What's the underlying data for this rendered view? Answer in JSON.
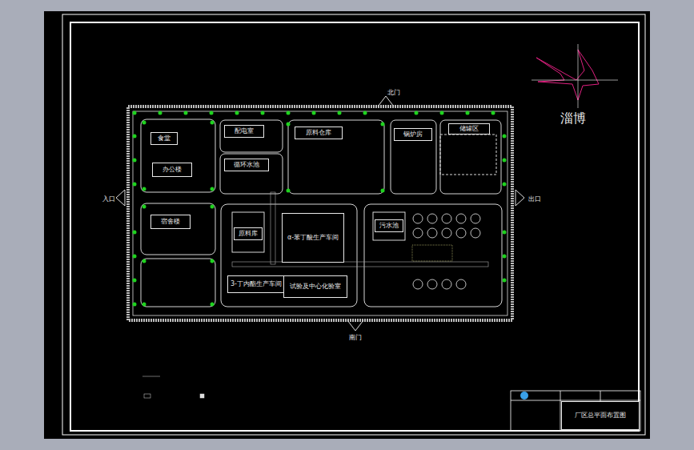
{
  "diagram": {
    "nodes": [
      {
        "text": [
          "食堂"
        ]
      },
      {
        "text": [
          "办公楼"
        ]
      },
      {
        "text": [
          "宿舍楼"
        ]
      },
      {
        "text": [
          "配电室"
        ]
      },
      {
        "text": [
          "循环水池"
        ]
      },
      {
        "text": [
          "原料仓库"
        ]
      },
      {
        "text": [
          "锅炉房"
        ]
      },
      {
        "text": [
          "储罐区"
        ]
      },
      {
        "text": [
          "原料库"
        ]
      },
      {
        "text": [
          "α-苯丁酸生产车间"
        ]
      },
      {
        "text": [
          "3-丁内酯生产车间"
        ]
      },
      {
        "text": [
          "试验及中心化验室"
        ]
      },
      {
        "text": [
          "污水池"
        ]
      },
      {
        "text": [
          "厂区总平面布置图"
        ]
      }
    ],
    "labels": [
      "淄博",
      "北门",
      "入口",
      "出口",
      "南门"
    ]
  }
}
